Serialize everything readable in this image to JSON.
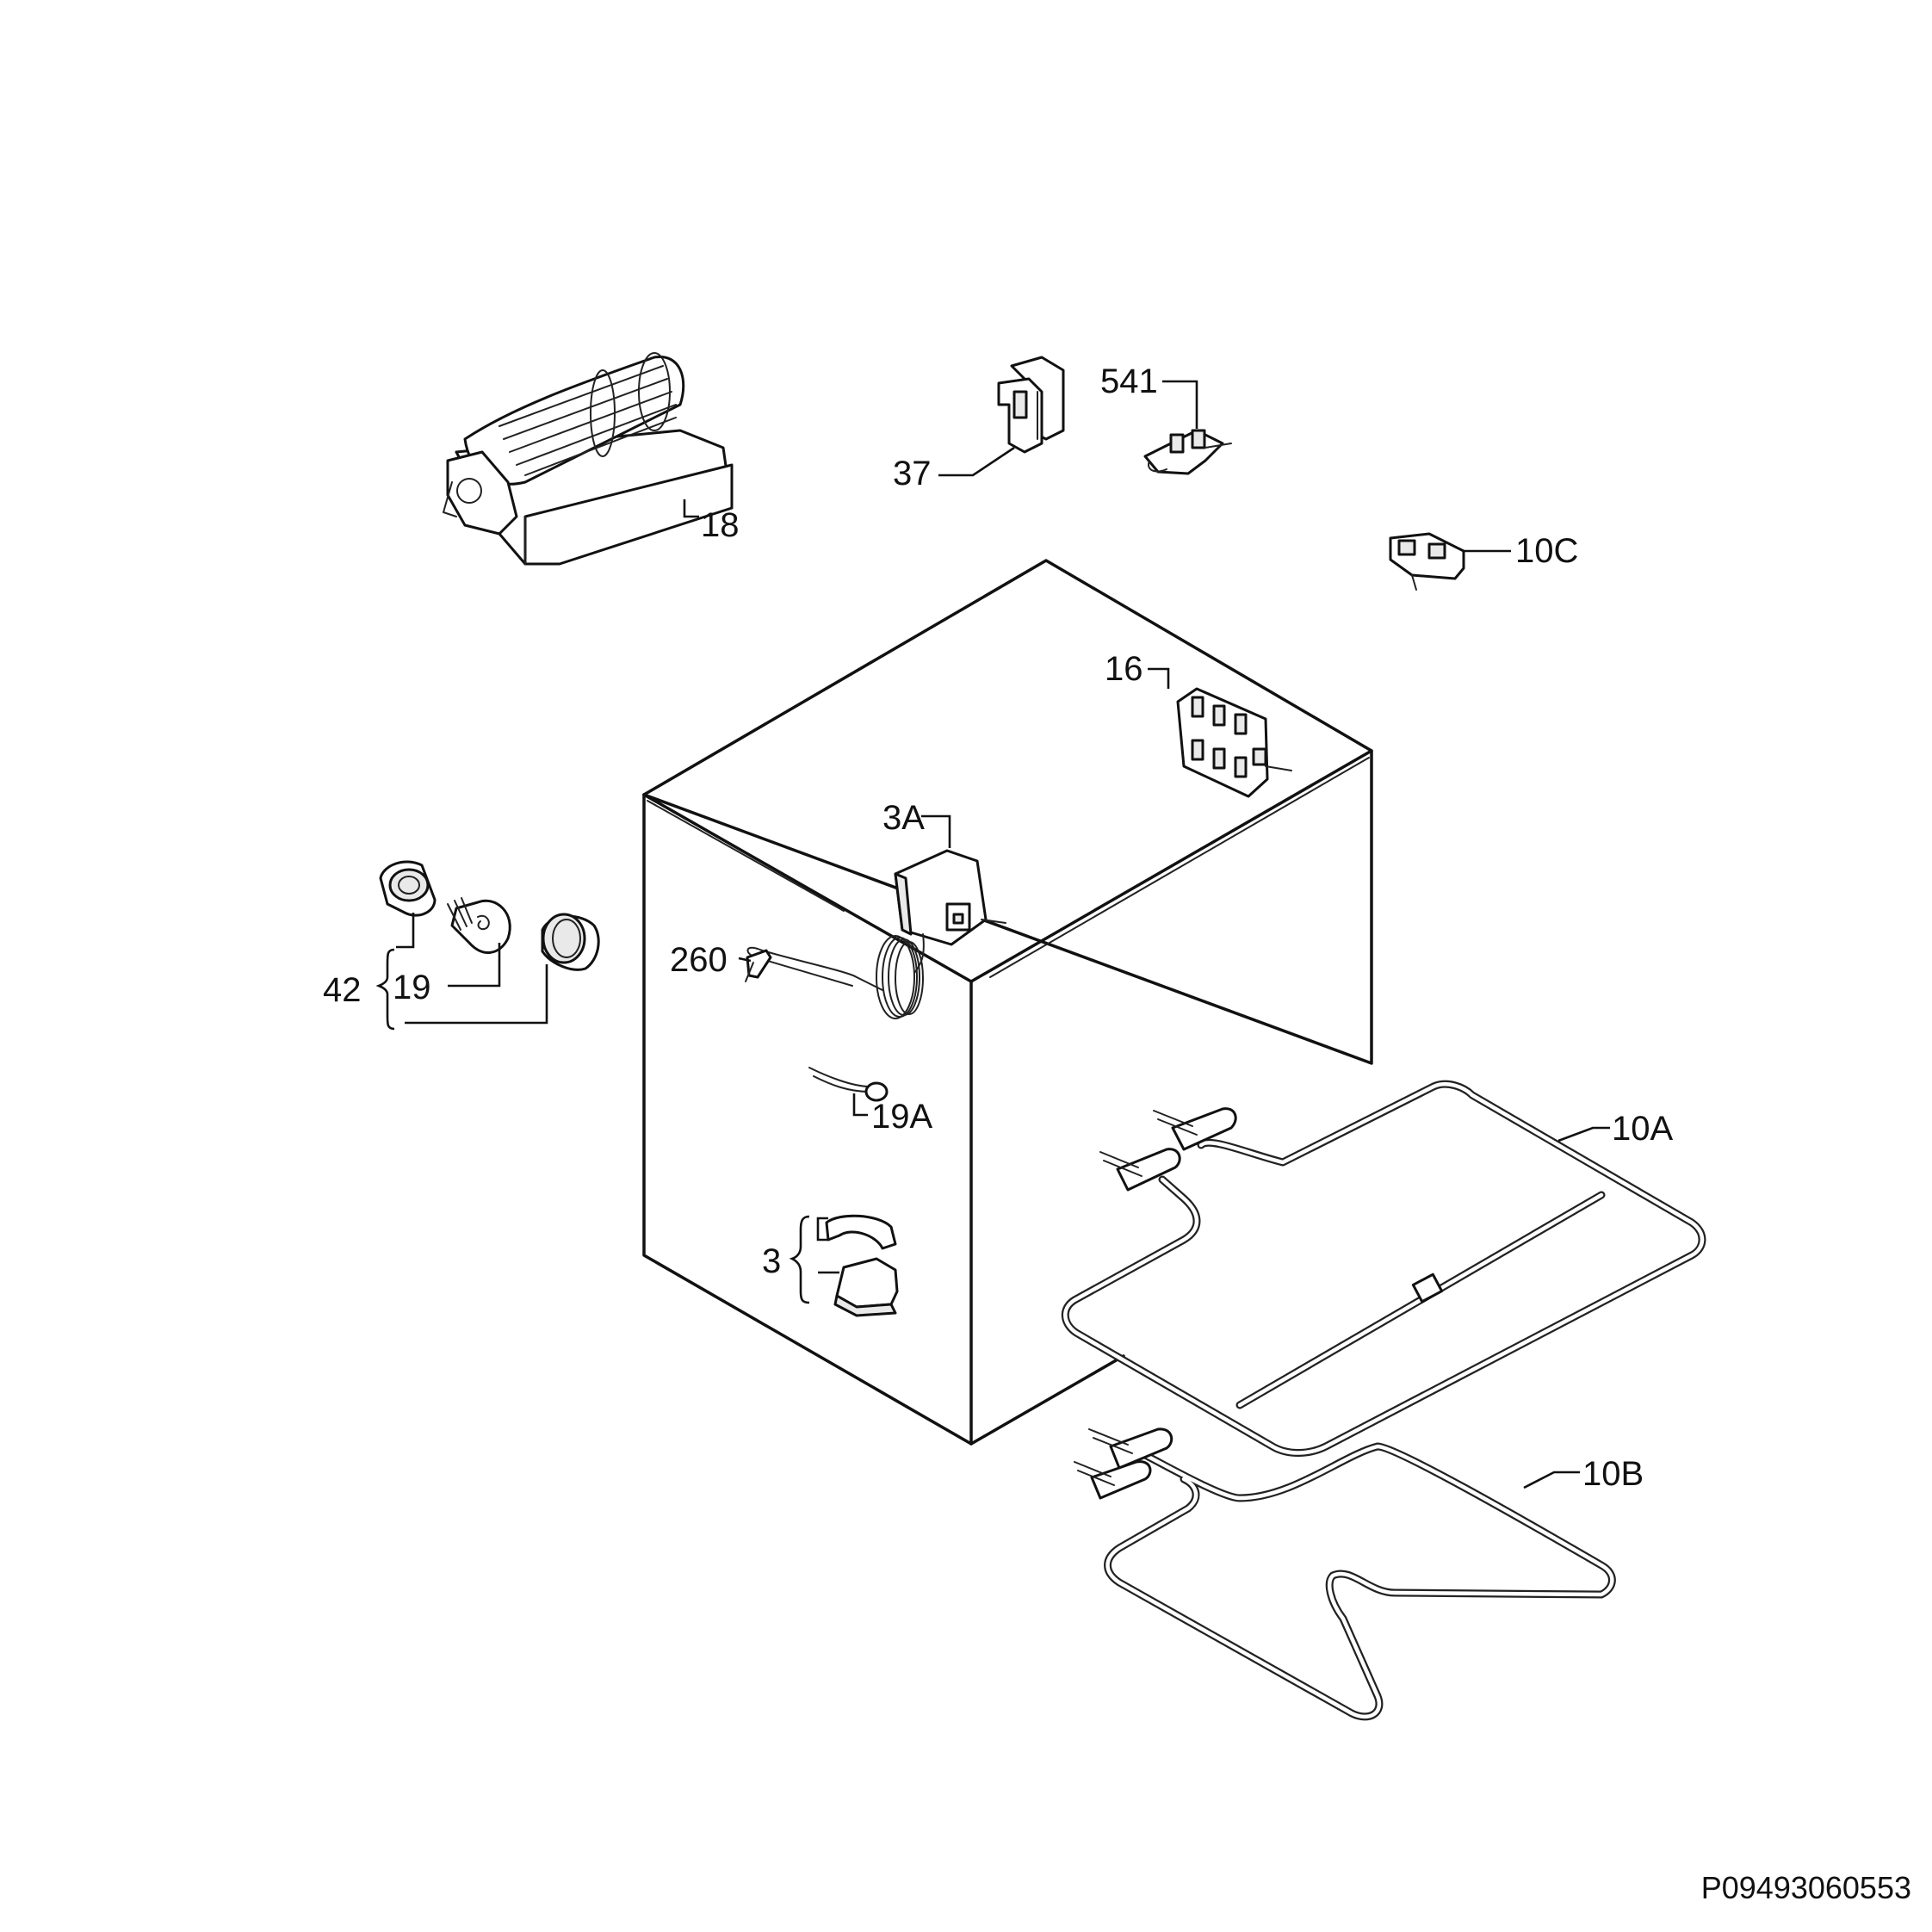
{
  "labels": {
    "l18": "18",
    "l37": "37",
    "l541": "541",
    "l10c": "10C",
    "l16": "16",
    "l3a": "3A",
    "l42": "42",
    "l19": "19",
    "l260": "260",
    "l19a": "19A",
    "l3": "3",
    "l10a": "10A",
    "l10b": "10B"
  },
  "footer": {
    "code": "P09493060553"
  }
}
